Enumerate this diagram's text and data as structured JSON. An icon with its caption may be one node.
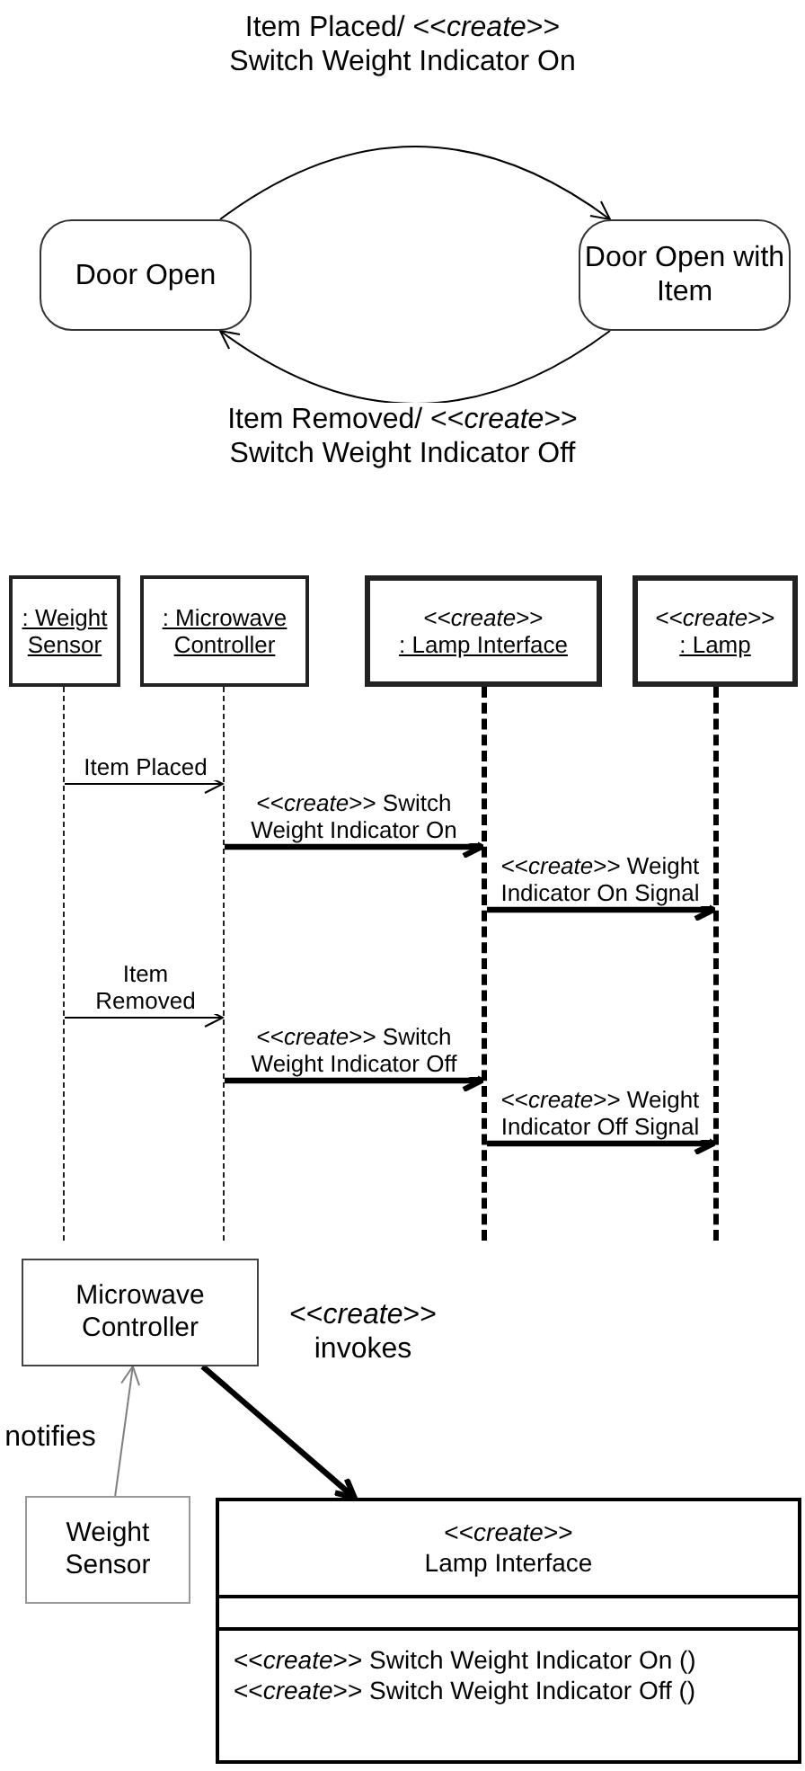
{
  "diagram": {
    "nodes": [
      {
        "text": [
          "Door Open"
        ]
      },
      {
        "text": [
          "Door Open with Item"
        ]
      },
      {
        "text": [
          ": Weight Sensor"
        ]
      },
      {
        "text": [
          ": Microwave Controller"
        ]
      },
      {
        "text": [
          "<<*create*>>",
          ": Lamp Interface"
        ]
      },
      {
        "text": [
          "<<*create*>>",
          ": Lamp"
        ]
      },
      {
        "text": [],
        "shape": "line"
      },
      {
        "text": [],
        "shape": "line"
      },
      {
        "text": [],
        "shape": "line"
      },
      {
        "text": [],
        "shape": "line"
      },
      {
        "text": [
          "Microwave Controller"
        ]
      },
      {
        "text": [
          "Weight Sensor"
        ]
      },
      {
        "text": [
          "<<*create*>>",
          "Lamp Interface",
          "<<*create*>> Switch Weight Indicator On ()",
          "<<*create*>> Switch Weight Indicator Off ()"
        ]
      }
    ],
    "edges": [
      {
        "from": 0,
        "to": 1,
        "arrow": "to",
        "label": "Item Placed/ <<*create*>> Switch Weight Indicator On"
      },
      {
        "from": 1,
        "to": 0,
        "arrow": "to",
        "label": "Item Removed/ <<*create*>> Switch Weight Indicator Off"
      },
      {
        "from": 6,
        "to": 7,
        "arrow": "to",
        "label": "Item Placed"
      },
      {
        "from": 7,
        "to": 8,
        "arrow": "to",
        "label": "<<*create*>> Switch Weight Indicator On",
        "style": "thick"
      },
      {
        "from": 8,
        "to": 9,
        "arrow": "to",
        "label": "<<*create*>> Weight Indicator On Signal",
        "style": "thick"
      },
      {
        "from": 6,
        "to": 7,
        "arrow": "to",
        "label": "Item Removed"
      },
      {
        "from": 7,
        "to": 8,
        "arrow": "to",
        "label": "<<*create*>> Switch Weight Indicator Off",
        "style": "thick"
      },
      {
        "from": 8,
        "to": 9,
        "arrow": "to",
        "label": "<<*create*>> Weight Indicator Off Signal",
        "style": "thick"
      },
      {
        "from": 10,
        "to": 12,
        "arrow": "to",
        "label": "<<*create*>> invokes",
        "style": "thick"
      },
      {
        "from": 11,
        "to": 10,
        "arrow": "to",
        "label": "notifies",
        "color": "#7f7f7f"
      }
    ]
  }
}
